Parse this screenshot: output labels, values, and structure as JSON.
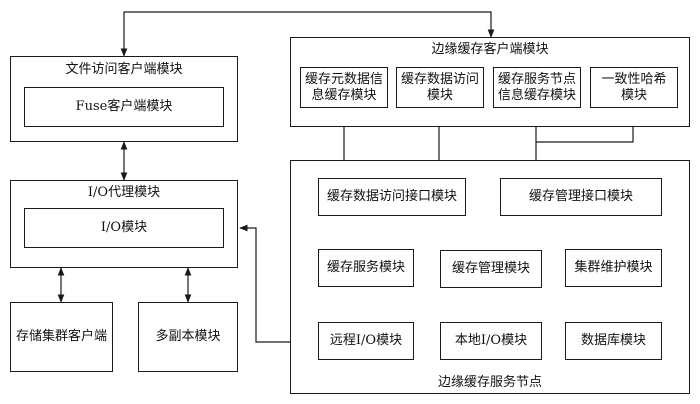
{
  "file_client": {
    "title": "文件访问客户端模块",
    "fuse": "Fuse客户端模块"
  },
  "io_proxy": {
    "title": "I/O代理模块",
    "io": "I/O模块"
  },
  "storage_cluster_client": "存储集群客户端",
  "replica": "多副本模块",
  "edge_client": {
    "title": "边缘缓存客户端模块",
    "metadata_cache": "缓存元数据信\n息缓存模块",
    "data_access": "缓存数据访问\n模块",
    "node_info_cache": "缓存服务节点\n信息缓存模块",
    "consistent_hash": "一致性哈希\n模块"
  },
  "service_node": {
    "title": "边缘缓存服务节点",
    "data_access_interface": "缓存数据访问接口模块",
    "mgmt_interface": "缓存管理接口模块",
    "cache_service": "缓存服务模块",
    "cache_mgmt": "缓存管理模块",
    "cluster_maintenance": "集群维护模块",
    "remote_io": "远程I/O模块",
    "local_io": "本地I/O模块",
    "database": "数据库模块"
  },
  "colors": {
    "line": "#1a1a1a",
    "text": "#111111",
    "background": "#ffffff"
  }
}
